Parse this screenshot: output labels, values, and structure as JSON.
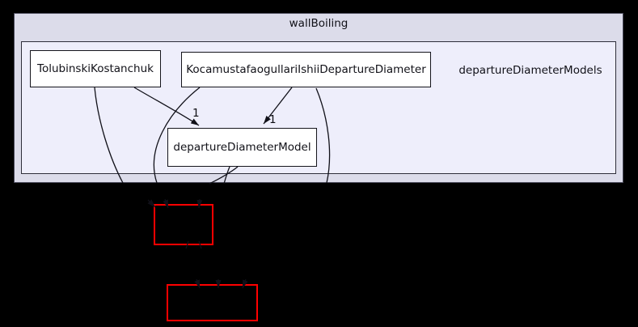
{
  "diagram": {
    "type": "directory-dependency-graph",
    "outer_cluster": {
      "label": "wallBoiling"
    },
    "inner_cluster": {
      "label": "departureDiameterModels"
    },
    "nodes": [
      {
        "id": "TolubinskiKostanchuk",
        "label": "TolubinskiKostanchuk"
      },
      {
        "id": "KocamustafaogullariIshiiDepartureDiameter",
        "label": "KocamustafaogullariIshiiDepartureDiameter"
      },
      {
        "id": "departureDiameterModel",
        "label": "departureDiameterModel"
      }
    ],
    "edges": [
      {
        "from": "TolubinskiKostanchuk",
        "to": "departureDiameterModel",
        "label": "1"
      },
      {
        "from": "KocamustafaogullariIshiiDepartureDiameter",
        "to": "departureDiameterModel",
        "label": "1"
      }
    ],
    "external_nodes": [
      {
        "id": "external-dir-1",
        "note": "red-bordered node, text not visible against black background"
      },
      {
        "id": "external-dir-2",
        "note": "red-bordered node, text not visible against black background"
      }
    ],
    "colors": {
      "page_background": "#000000",
      "outer_cluster_fill": "#dcdcea",
      "inner_cluster_fill": "#eeeefb",
      "node_fill": "#ffffff",
      "node_border": "#15151c",
      "edge_color": "#101018",
      "external_node_border": "#ff0000"
    }
  }
}
